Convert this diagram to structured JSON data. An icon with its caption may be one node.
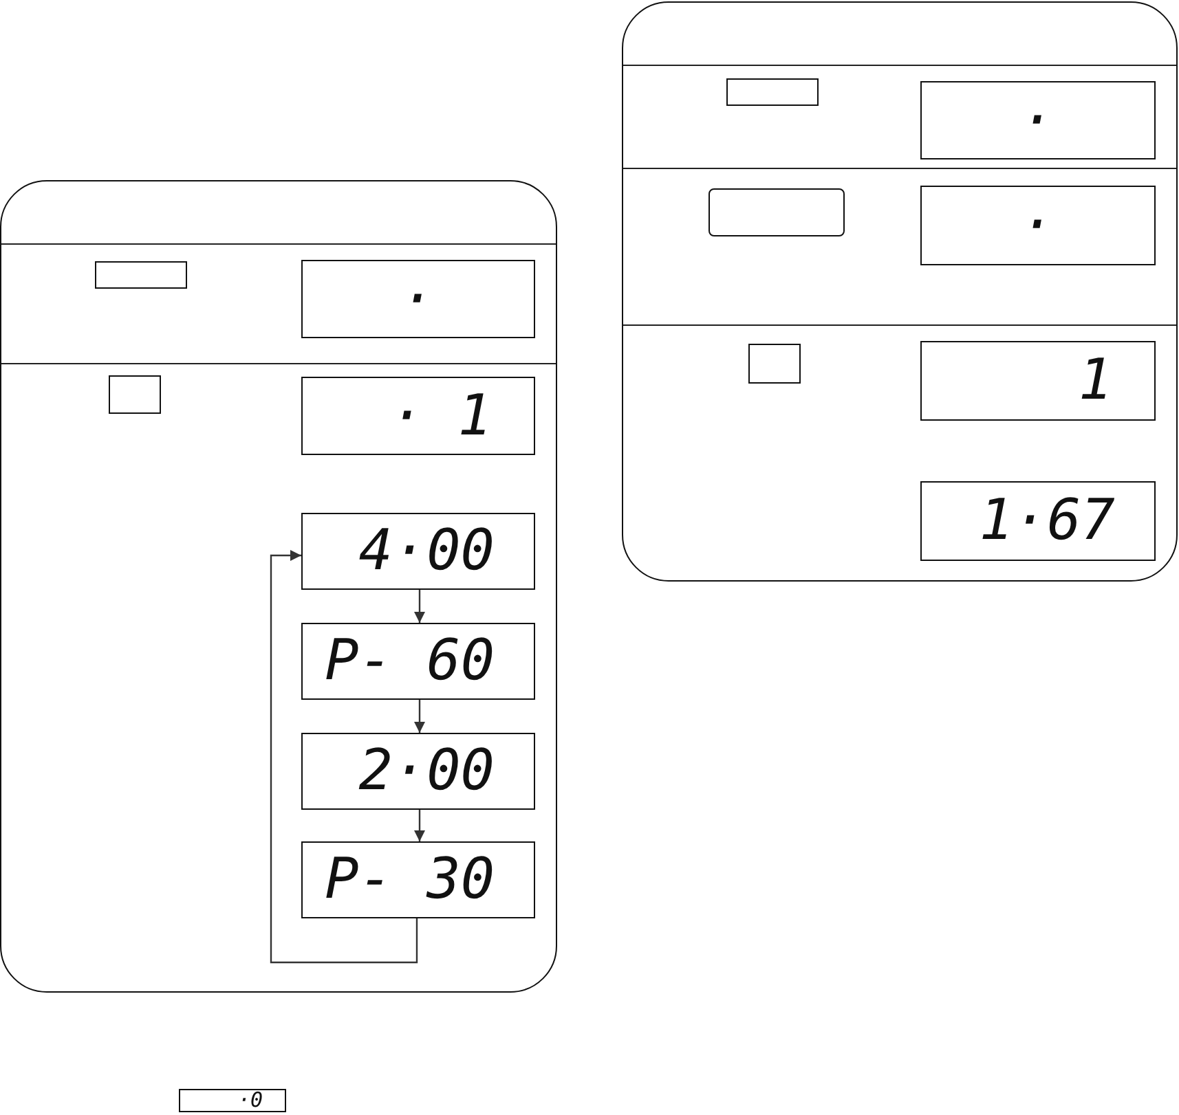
{
  "diagram": {
    "nodes": [
      {
        "text": [],
        "shape": "box"
      },
      {
        "text": [],
        "shape": "box",
        "in": 0
      },
      {
        "text": [
          "·"
        ],
        "in": 0
      },
      {
        "text": [],
        "shape": "box",
        "in": 0
      },
      {
        "text": [
          "· 1"
        ],
        "in": 0
      },
      {
        "text": [
          "4·00"
        ],
        "in": 0
      },
      {
        "text": [
          "P- 60"
        ],
        "in": 0
      },
      {
        "text": [
          "2·00"
        ],
        "in": 0
      },
      {
        "text": [
          "P- 30"
        ],
        "in": 0
      },
      {
        "text": [
          "·0"
        ]
      },
      {
        "text": [],
        "shape": "box"
      },
      {
        "text": [],
        "shape": "box",
        "in": 10
      },
      {
        "text": [
          "·"
        ],
        "in": 10
      },
      {
        "text": [],
        "shape": "box",
        "in": 10
      },
      {
        "text": [
          "·"
        ],
        "in": 10
      },
      {
        "text": [],
        "shape": "box",
        "in": 10
      },
      {
        "text": [
          "1"
        ],
        "in": 10
      },
      {
        "text": [
          "1·67"
        ],
        "in": 10
      }
    ],
    "edges": [
      {
        "from": 5,
        "to": 6,
        "arrow": "to"
      },
      {
        "from": 6,
        "to": 7,
        "arrow": "to"
      },
      {
        "from": 7,
        "to": 8,
        "arrow": "to"
      },
      {
        "from": 8,
        "to": 5,
        "arrow": "to"
      }
    ]
  }
}
